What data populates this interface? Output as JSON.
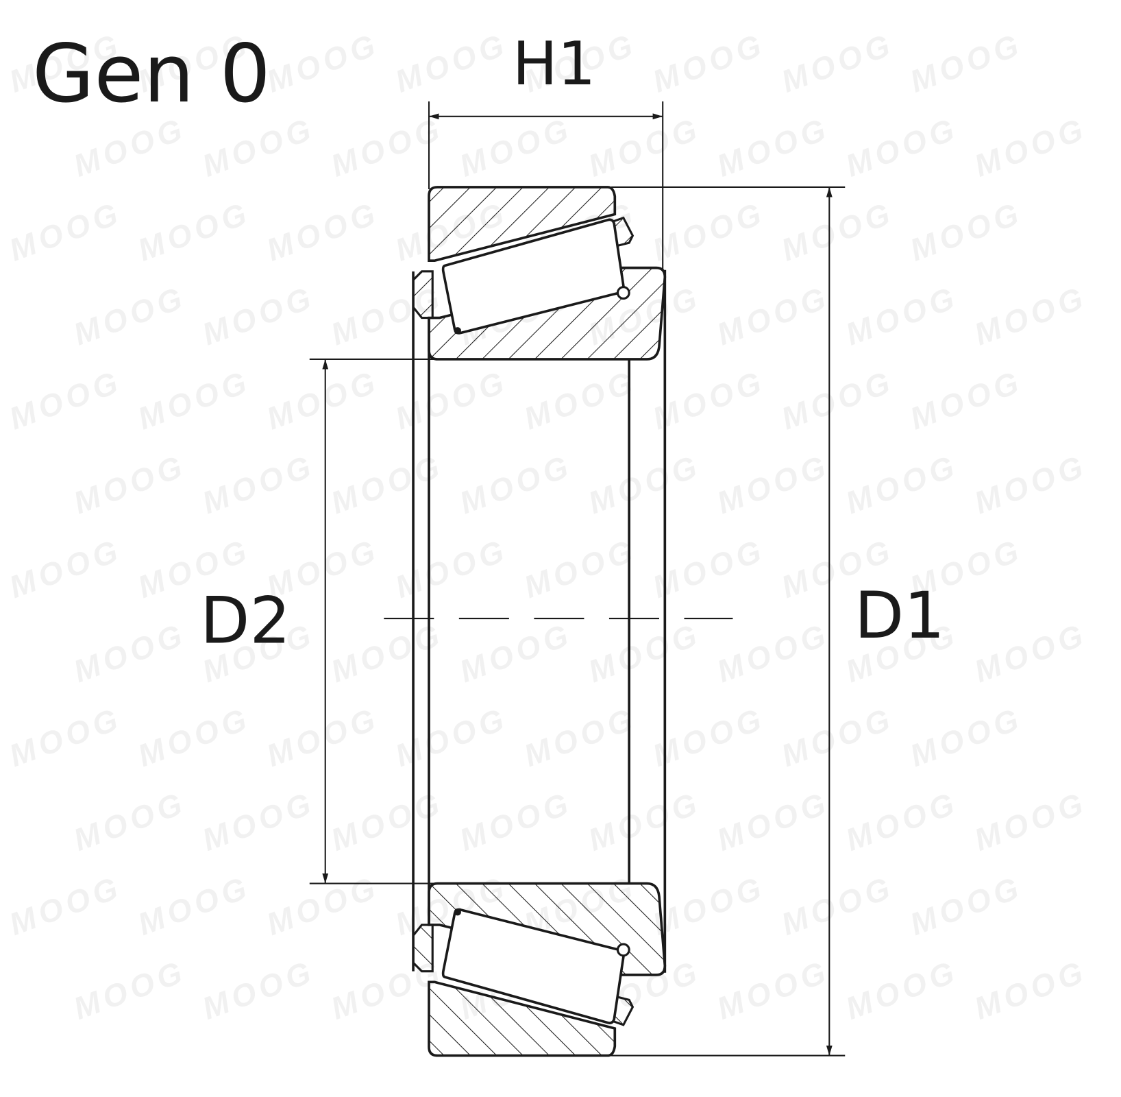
{
  "title": "Gen 0",
  "dimensions": {
    "h1": "H1",
    "d1": "D1",
    "d2": "D2"
  },
  "watermark": "MOOG",
  "colors": {
    "line": "#1a1a1a",
    "background": "#ffffff"
  }
}
